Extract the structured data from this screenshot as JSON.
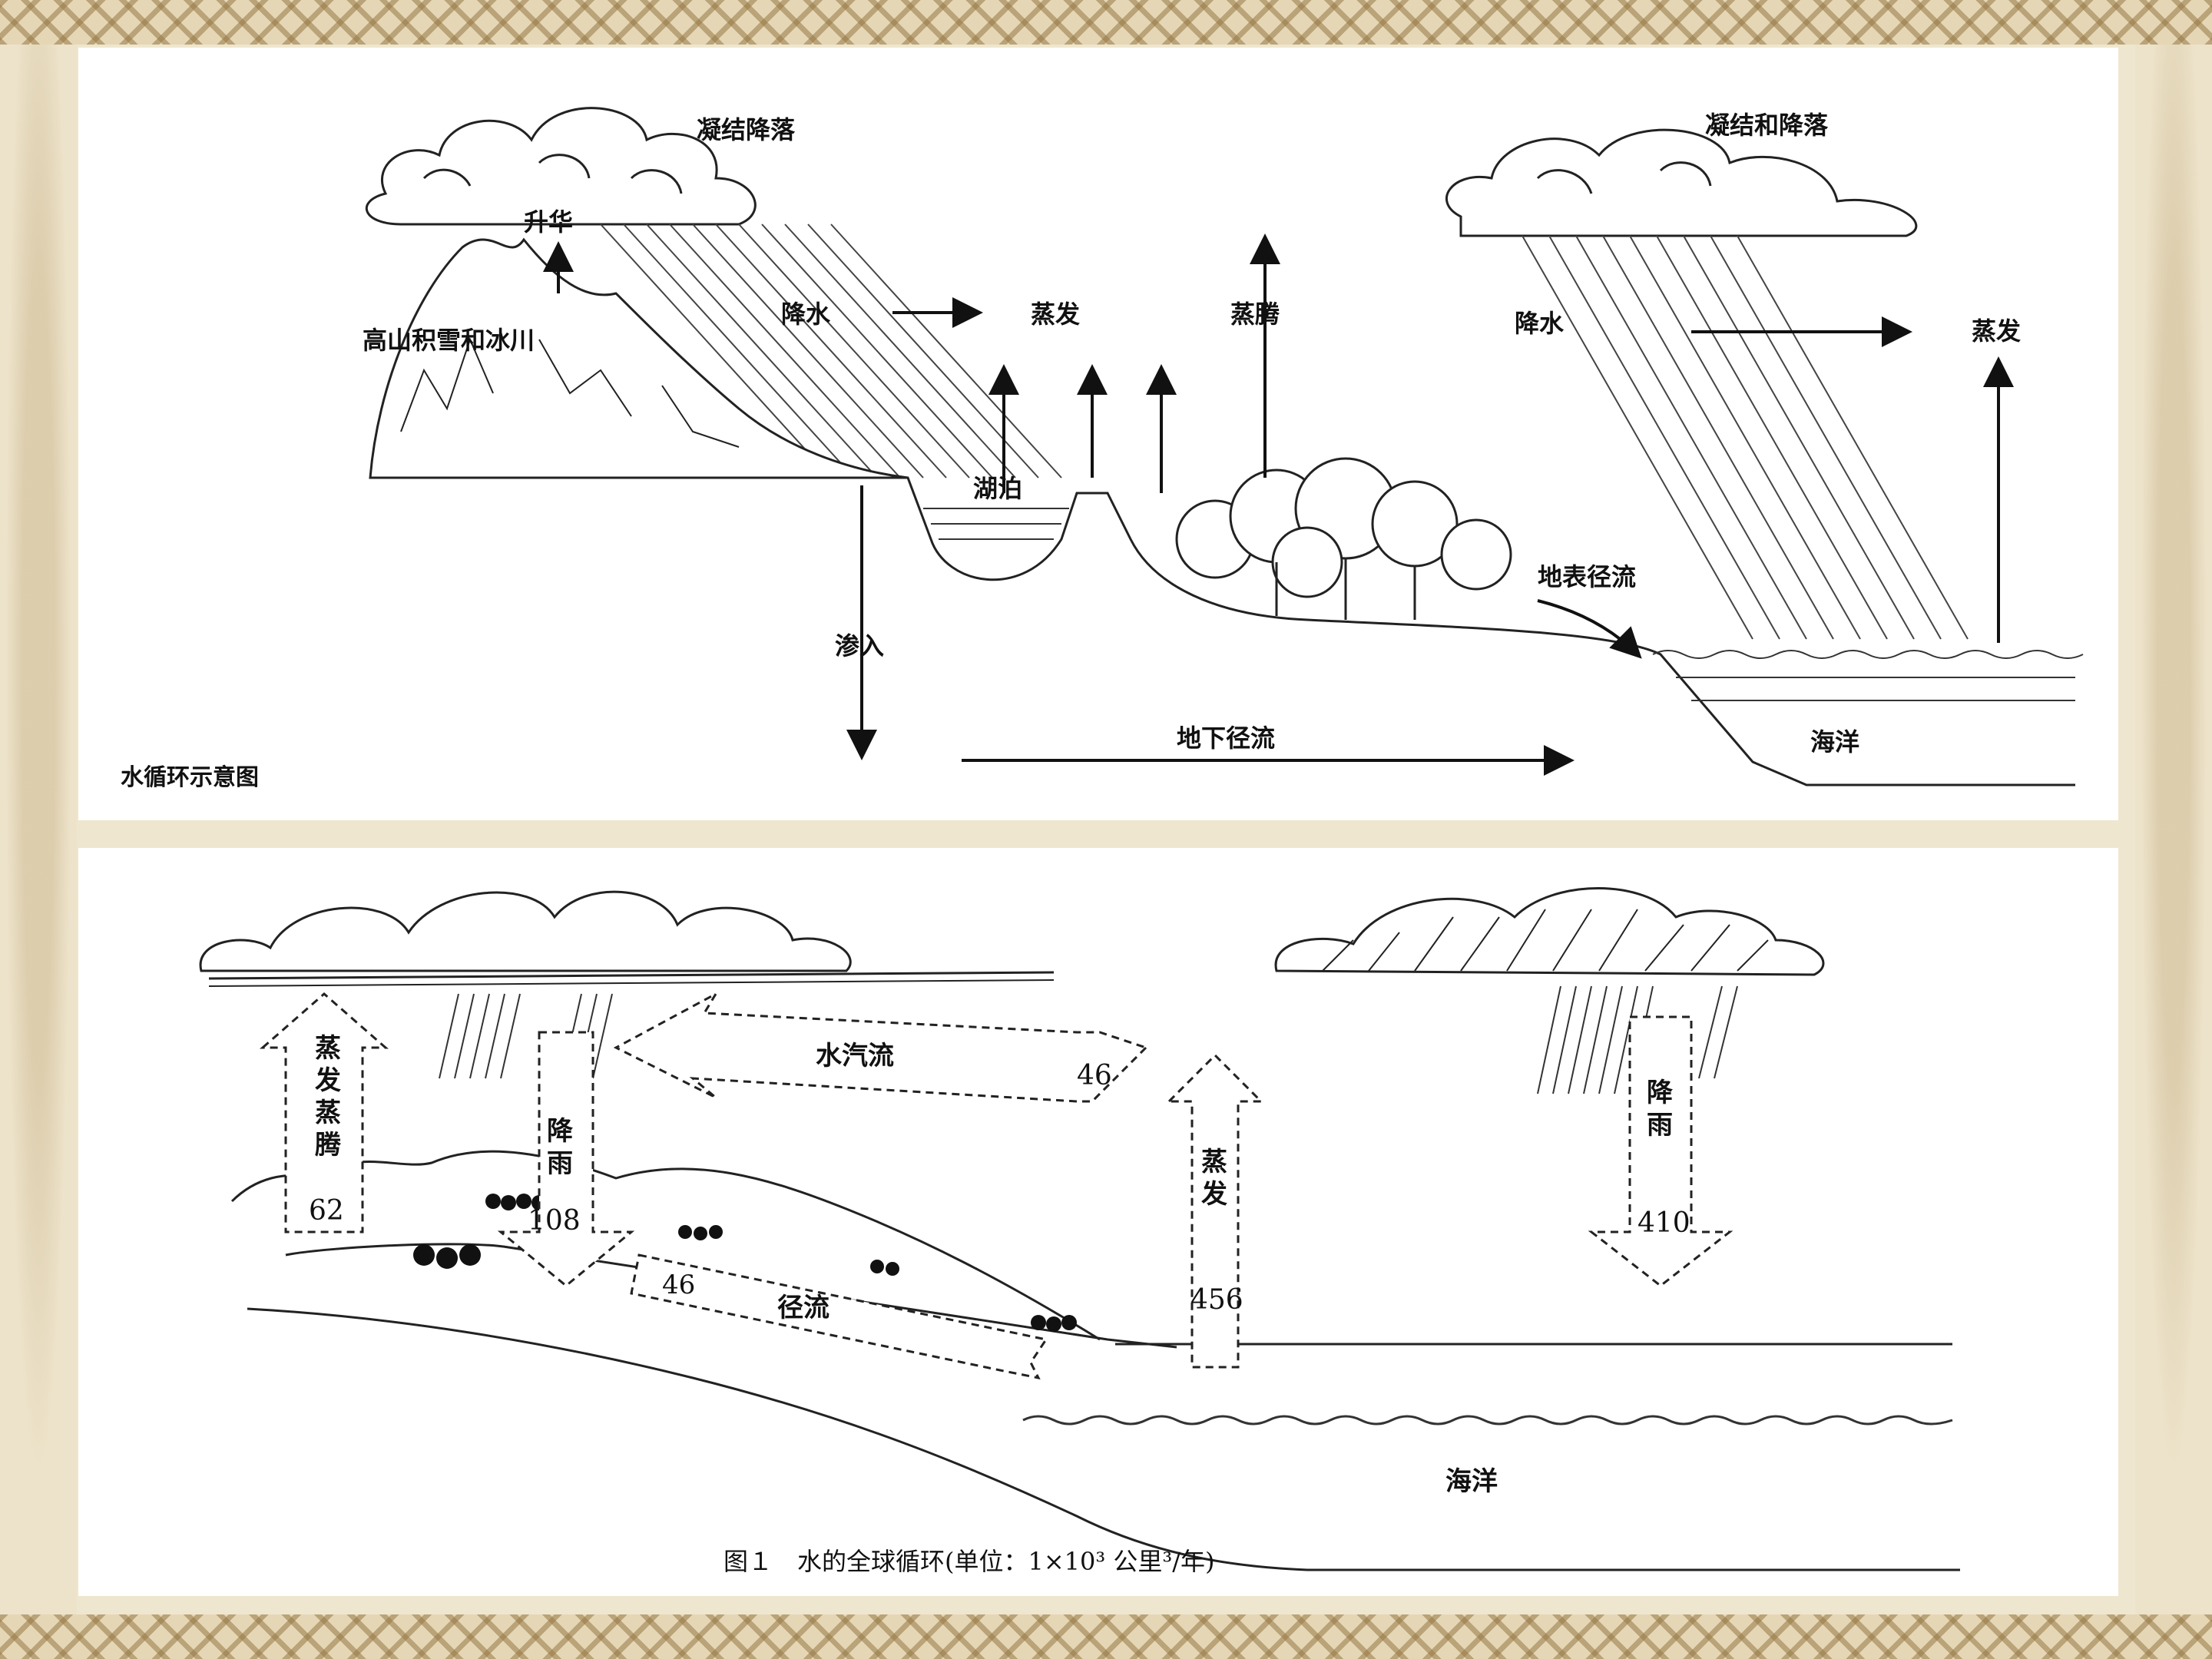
{
  "top_diagram": {
    "caption": "水循环示意图",
    "labels": {
      "condense_left": "凝结降落",
      "condense_right": "凝结和降落",
      "sublimation": "升华",
      "snow_glacier": "高山积雪和冰川",
      "precip_left": "降水",
      "evap_left": "蒸发",
      "transpiration": "蒸腾",
      "precip_right": "降水",
      "evap_right": "蒸发",
      "lake": "湖泊",
      "surface_runoff": "地表径流",
      "infiltration": "渗入",
      "groundwater_runoff": "地下径流",
      "ocean": "海洋"
    }
  },
  "bottom_diagram": {
    "caption": "图１　水的全球循环(单位：1×10³ 公里³/年)",
    "labels": {
      "evap_transp": [
        "蒸",
        "发",
        "蒸",
        "腾"
      ],
      "evap_transp_value": "62",
      "rain_land": [
        "降",
        "雨"
      ],
      "rain_land_value": "108",
      "vapor_flow": "水汽流",
      "vapor_flow_value": "46",
      "runoff": "径流",
      "runoff_value": "46",
      "evap_ocean": [
        "蒸",
        "发"
      ],
      "evap_ocean_value": "456",
      "rain_ocean": [
        "降",
        "雨"
      ],
      "rain_ocean_value": "410",
      "ocean": "海洋"
    }
  }
}
